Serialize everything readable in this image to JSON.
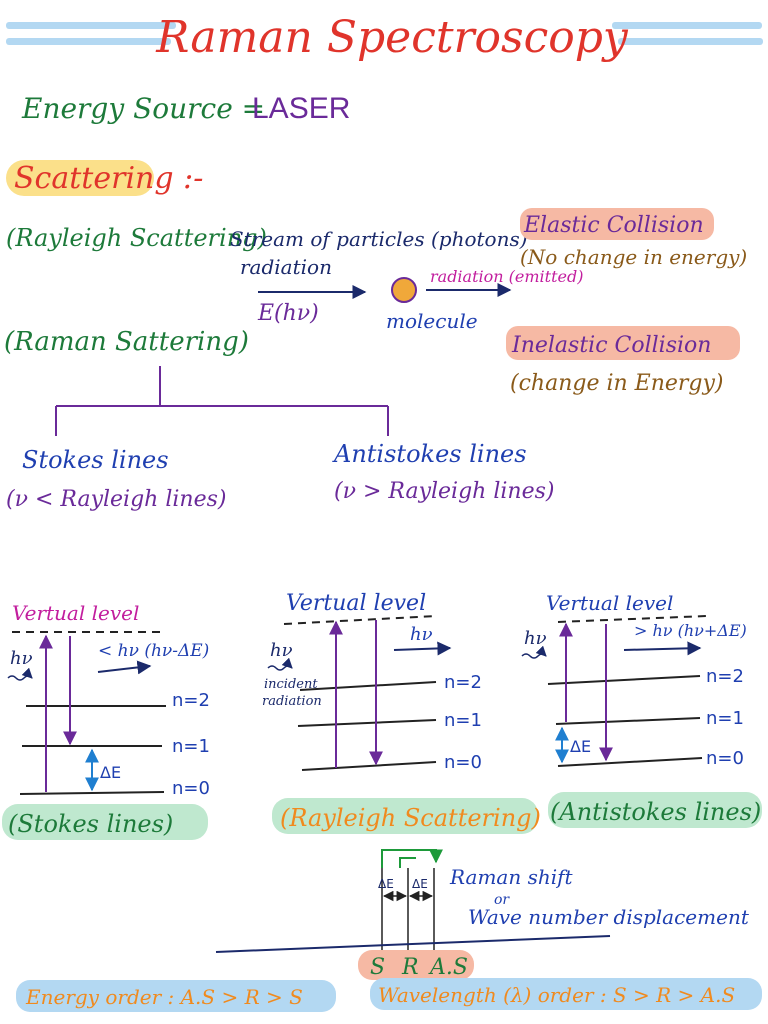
{
  "title": "Raman Spectroscopy",
  "energy_source": {
    "label": "Energy Source =",
    "value": "LASER"
  },
  "scattering_heading": "Scattering :-",
  "rayleigh_label": "(Rayleigh Scattering)",
  "raman_label": "(Raman Sattering)",
  "stream_text": "Stream of particles (photons)",
  "radiation_text": "radiation",
  "energy_label": "E(hν)",
  "molecule_label": "molecule",
  "emitted_label": "radiation (emitted)",
  "elastic": {
    "title": "Elastic Collision",
    "note": "(No change in energy)"
  },
  "inelastic": {
    "title": "Inelastic Collision",
    "note": "(change in Energy)"
  },
  "stokes": {
    "title": "Stokes lines",
    "note": "(ν < Rayleigh lines)"
  },
  "antistokes": {
    "title": "Antistokes lines",
    "note": "(ν > Rayleigh lines)"
  },
  "diagrams": {
    "virtual_level": "Vertual level",
    "levels": [
      "n=2",
      "n=1",
      "n=0"
    ],
    "h_nu": "hν",
    "delta_e": "ΔE",
    "stokes_emit": "< hν (hν-ΔE)",
    "rayleigh_emit": "hν",
    "antistokes_emit": "> hν (hν+ΔE)",
    "incident": [
      "incident",
      "radiation"
    ],
    "captions": [
      "(Stokes lines)",
      "(Rayleigh Scattering)",
      "(Antistokes lines)"
    ]
  },
  "shift": {
    "delta_left": "ΔE",
    "delta_right": "ΔE",
    "line1": "Raman shift",
    "line2": "or",
    "line3": "Wave number displacement",
    "letters": [
      "S",
      "R",
      "A.S"
    ]
  },
  "energy_order": "Energy order : A.S > R > S",
  "wavelength_order": "Wavelength (λ) order : S > R > A.S",
  "colors": {
    "title": "#e0342b",
    "green": "#1d7a3a",
    "purple": "#6a2a99",
    "blue": "#1f3fb0",
    "navy": "#1b2a6b",
    "brown": "#8a5a1a",
    "orange": "#f08a1e",
    "peach": "#f6b9a4",
    "yellow": "#fbe08a",
    "mint": "#bfe8cf",
    "sky": "#b3d8f2"
  }
}
